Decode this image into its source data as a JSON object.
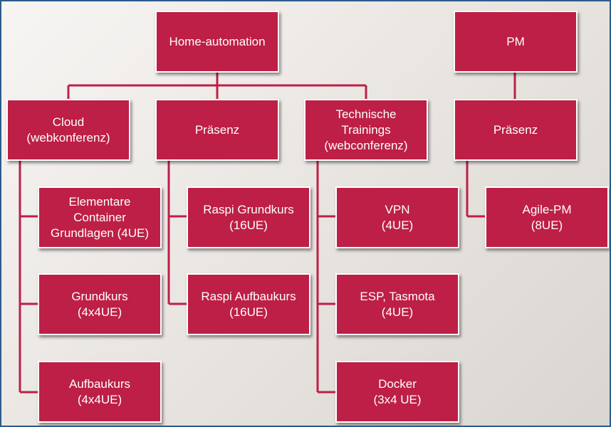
{
  "colors": {
    "node_fill": "#bd1f46",
    "node_border": "#ffffff",
    "connector": "#bd1f46"
  },
  "nodes": {
    "home_automation": "Home-automation",
    "pm": "PM",
    "cloud": "Cloud\n(webkonferenz)",
    "praesenz": "Präsenz",
    "technische_trainings": "Technische\nTrainings\n(webconferenz)",
    "pm_praesenz": "Präsenz",
    "elementare_container": "Elementare\nContainer\nGrundlagen (4UE)",
    "grundkurs": "Grundkurs\n(4x4UE)",
    "aufbaukurs": "Aufbaukurs\n(4x4UE)",
    "raspi_grundkurs": "Raspi Grundkurs\n(16UE)",
    "raspi_aufbaukurs": "Raspi Aufbaukurs\n(16UE)",
    "vpn": "VPN\n(4UE)",
    "esp_tasmota": "ESP, Tasmota\n(4UE)",
    "docker": "Docker\n(3x4 UE)",
    "agile_pm": "Agile-PM\n(8UE)"
  }
}
